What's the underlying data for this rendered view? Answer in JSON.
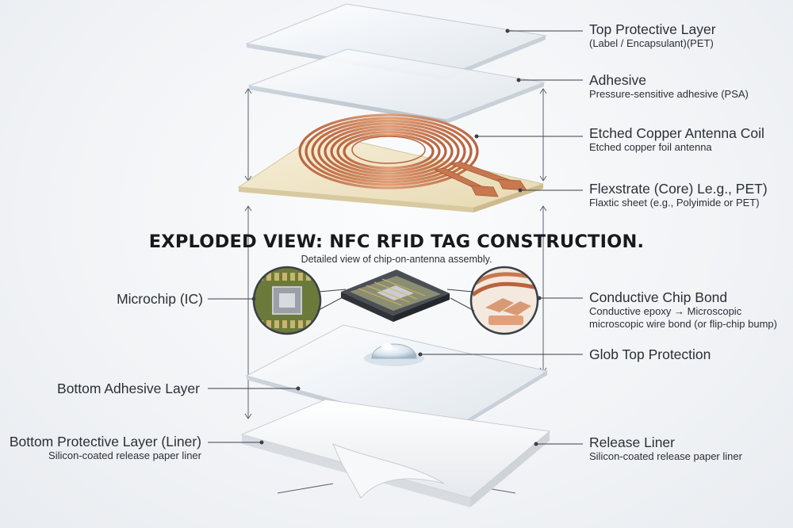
{
  "diagram": {
    "title": "EXPLODED VIEW: NFC RFID TAG CONSTRUCTION.",
    "subtitle": "Detailed view of chip-on-antenna assembly.",
    "labels": {
      "top_protective": {
        "title": "Top Protective Layer",
        "sub": "(Label / Encapsulant)(PET)"
      },
      "adhesive": {
        "title": "Adhesive",
        "sub": "Pressure-sensitive adhesive (PSA)"
      },
      "antenna": {
        "title": "Etched Copper Antenna Coil",
        "sub": "Etched copper foil antenna"
      },
      "substrate": {
        "title": "Flexstrate (Core) Le.g., PET)",
        "sub": "Flaxtic sheet (e.g., Polyimide or PET)"
      },
      "microchip": {
        "title": "Microchip (IC)"
      },
      "chip_bond": {
        "title": "Conductive Chip Bond",
        "sub1": "Conductive epoxy → Microscopic",
        "sub2": "microscopic wire bond (or flip-chip bump)"
      },
      "glob_top": {
        "title": "Glob Top Protection"
      },
      "bottom_adhesive": {
        "title": "Bottom Adhesive Layer"
      },
      "bottom_protective": {
        "title": "Bottom Protective Layer (Liner)",
        "sub": "Silicon-coated release paper liner"
      },
      "release_liner": {
        "title": "Release Liner",
        "sub": "Silicon-coated release paper liner"
      }
    },
    "colors": {
      "copper": "#c8774f",
      "substrate": "#efe3c4",
      "glass": "#e9eef3",
      "leader": "#3a3f47"
    }
  }
}
